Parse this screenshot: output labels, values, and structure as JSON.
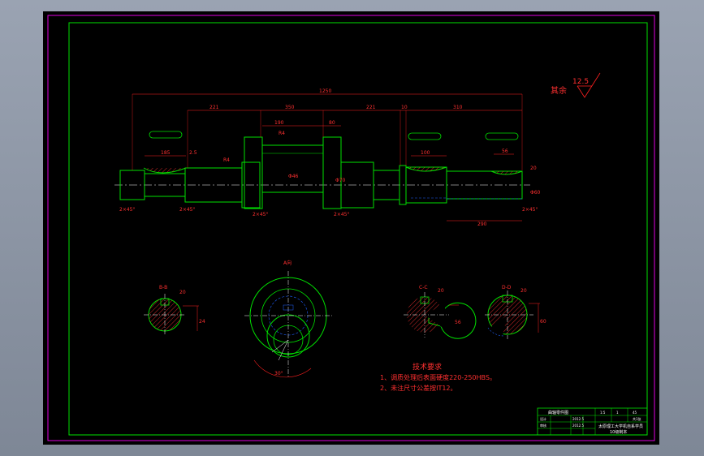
{
  "overall_length": "1250",
  "surface_roughness": {
    "label": "其余",
    "value": "12.5"
  },
  "dims": {
    "seg1": "221",
    "seg2": "350",
    "seg3": "221",
    "seg4": "10",
    "seg5": "310",
    "key1": "185",
    "key2": "100",
    "key3": "56",
    "key4": "290",
    "r1": "R4",
    "r2": "R4",
    "pitch": "190",
    "d80": "80",
    "phi46": "Φ46",
    "phi70": "Φ70",
    "phi60": "Φ60",
    "chamfer1": "2×45°",
    "chamfer2": "2×45°",
    "chamfer3": "2×45°",
    "chamfer4": "2×45°",
    "chamfer5": "2×45°",
    "c25": "2.5",
    "a20": "20"
  },
  "sections": {
    "bb": {
      "label": "B-B",
      "width": "20",
      "depth": "24"
    },
    "aa": {
      "label": "A向",
      "angle": "30°"
    },
    "cc": {
      "label": "C-C",
      "width": "20",
      "depth": "56"
    },
    "dd": {
      "label": "D-D",
      "width": "20",
      "depth": "60"
    }
  },
  "tech_requirements": {
    "title": "技术要求",
    "items": [
      "1、调质处理后表面硬度220-250HBS。",
      "2、未注尺寸公差按IT12。"
    ]
  },
  "title_block": {
    "part_name": "曲轴零件图",
    "school": "太原理工大学机自系学员",
    "class": "10级制本",
    "scale": "1:5",
    "qty": "1",
    "material": "45",
    "sheet": "共1张",
    "designer": "设计",
    "checker": "审核",
    "date1": "2012.5",
    "date2": "2012.5"
  },
  "colors": {
    "border": "#e000e0",
    "outline": "#00e000",
    "dimension": "#ff2020",
    "centerline": "#ffffff"
  }
}
